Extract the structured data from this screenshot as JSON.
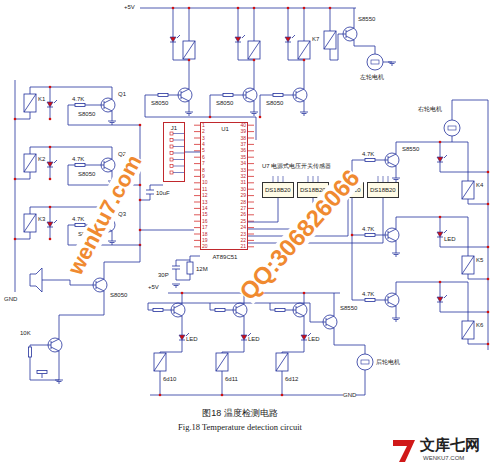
{
  "diagram": {
    "caption": "图18 温度检测电路",
    "nodes": [
      {
        "text": [
          "U1",
          "AT89C51"
        ]
      },
      {
        "text": [
          "J1"
        ]
      },
      {
        "text": [
          "DS18B20"
        ]
      },
      {
        "text": [
          "DS18B20"
        ]
      },
      {
        "text": [
          "DS18B20"
        ]
      },
      {
        "text": [
          "DS18B20"
        ]
      }
    ],
    "edges": [
      {
        "from": 1,
        "to": 0,
        "arrow": "none"
      },
      {
        "from": 0,
        "to": 2,
        "arrow": "none"
      },
      {
        "from": 0,
        "to": 3,
        "arrow": "none"
      },
      {
        "from": 0,
        "to": 4,
        "arrow": "none"
      },
      {
        "from": 0,
        "to": 5,
        "arrow": "none"
      }
    ],
    "labels": [
      "U7 电源式电压开关传感器",
      "左轮电机",
      "右轮电机",
      "后轮电机",
      "S8550",
      "S8550",
      "S8550",
      "S8050",
      "S8050",
      "S8050",
      "Q1",
      "Q2",
      "Q3",
      "S8050",
      "S8050",
      "S8050",
      "S8050",
      "6d10",
      "6d11",
      "6d12",
      "K1",
      "K2",
      "K3",
      "K4",
      "K5",
      "K6",
      "K7",
      "4.7K",
      "4.7K",
      "4.7K",
      "4.7K",
      "4.7K",
      "4.7K",
      "LED",
      "LED",
      "LED",
      "LED",
      "+5V",
      "+5V",
      "GND",
      "GND",
      "12M",
      "30P",
      "10uF",
      "10K",
      "wenku7.com",
      "QQ:306826066",
      "文库七网",
      "WENKU7.COM",
      "Fig.18 Temperature detection circuit",
      "1",
      "2",
      "3",
      "4",
      "5",
      "6",
      "7",
      "8",
      "9",
      "10",
      "11",
      "12",
      "13",
      "14",
      "15",
      "16",
      "17",
      "18",
      "19",
      "20",
      "21",
      "22",
      "23",
      "24",
      "25",
      "26",
      "27",
      "28",
      "29",
      "30",
      "31",
      "32",
      "33",
      "34",
      "35",
      "36",
      "37",
      "38",
      "39",
      "40"
    ]
  }
}
